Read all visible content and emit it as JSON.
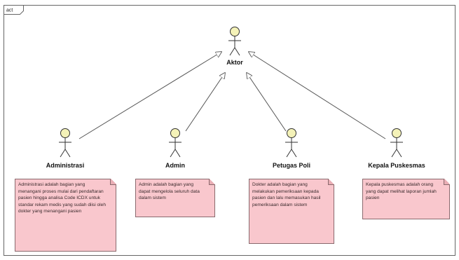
{
  "frame": {
    "label": "act"
  },
  "parent_actor": {
    "name": "Aktor"
  },
  "actors": [
    {
      "name": "Administrasi",
      "note": "Administrasi adalah bagian yang menangani proses mulai dari pendaftaran pasien hingga analisa Code ICDX untuk standar rekam medis yang sudah diisi oleh dokter yang menangani pasien"
    },
    {
      "name": "Admin",
      "note": "Admin adalah bagian yang dapat mengelola seluruh data dalam sistem"
    },
    {
      "name": "Petugas Poli",
      "note": "Dokter adalah bagian yang melakukan pemeriksaan kepada pasien dan lalu memasukan hasil pemeriksaan dalam sistem"
    },
    {
      "name": "Kepala Puskesmas",
      "note": "Kepala puskesmas adalah orang yang dapat melihat laporan jumlah pasien"
    }
  ],
  "colors": {
    "actor_head_fill": "#f4f2b8",
    "note_fill": "#f9c7cd",
    "line": "#555555"
  }
}
